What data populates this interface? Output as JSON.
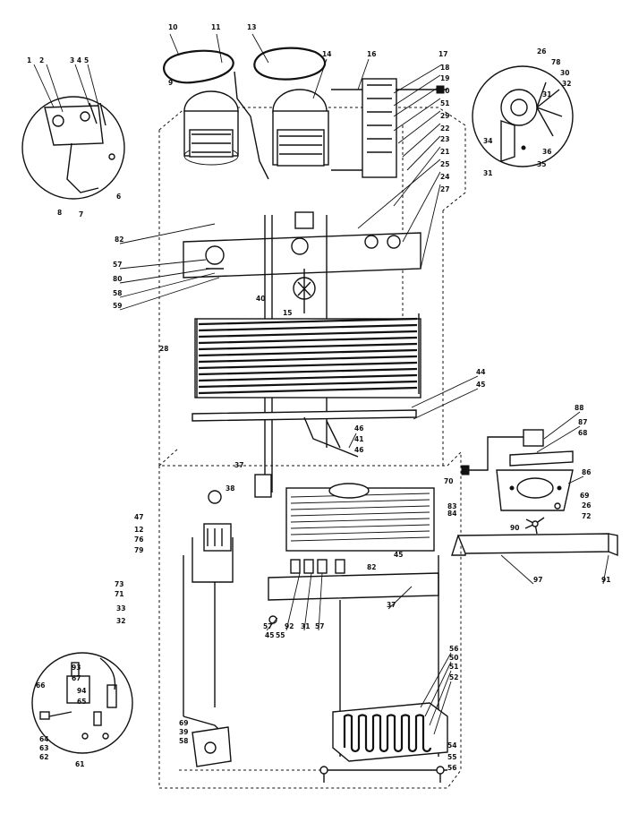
{
  "diagram": {
    "callouts": [
      {
        "text": "1"
      },
      {
        "text": "2"
      },
      {
        "text": "3 4"
      },
      {
        "text": "5"
      },
      {
        "text": "6"
      },
      {
        "text": "7"
      },
      {
        "text": "8"
      },
      {
        "text": "9"
      },
      {
        "text": "10"
      },
      {
        "text": "11"
      },
      {
        "text": "13"
      },
      {
        "text": "14"
      },
      {
        "text": "16"
      },
      {
        "text": "17"
      },
      {
        "text": "18"
      },
      {
        "text": "19"
      },
      {
        "text": "20"
      },
      {
        "text": "51"
      },
      {
        "text": "29"
      },
      {
        "text": "22"
      },
      {
        "text": "23"
      },
      {
        "text": "21"
      },
      {
        "text": "25"
      },
      {
        "text": "24"
      },
      {
        "text": "27"
      },
      {
        "text": "26"
      },
      {
        "text": "78"
      },
      {
        "text": "30"
      },
      {
        "text": "32"
      },
      {
        "text": "31"
      },
      {
        "text": "34"
      },
      {
        "text": "35"
      },
      {
        "text": "36"
      },
      {
        "text": "31"
      },
      {
        "text": "82"
      },
      {
        "text": "57"
      },
      {
        "text": "80"
      },
      {
        "text": "58"
      },
      {
        "text": "59"
      },
      {
        "text": "40"
      },
      {
        "text": "15"
      },
      {
        "text": "28"
      },
      {
        "text": "44"
      },
      {
        "text": "45"
      },
      {
        "text": "46"
      },
      {
        "text": "41"
      },
      {
        "text": "46"
      },
      {
        "text": "88"
      },
      {
        "text": "87"
      },
      {
        "text": "68"
      },
      {
        "text": "86"
      },
      {
        "text": "69"
      },
      {
        "text": "26"
      },
      {
        "text": "72"
      },
      {
        "text": "90"
      },
      {
        "text": "37"
      },
      {
        "text": "38"
      },
      {
        "text": "47"
      },
      {
        "text": "12"
      },
      {
        "text": "76"
      },
      {
        "text": "79"
      },
      {
        "text": "73"
      },
      {
        "text": "71"
      },
      {
        "text": "33"
      },
      {
        "text": "32"
      },
      {
        "text": "45"
      },
      {
        "text": "70"
      },
      {
        "text": "83"
      },
      {
        "text": "84"
      },
      {
        "text": "82"
      },
      {
        "text": "97"
      },
      {
        "text": "91"
      },
      {
        "text": "57"
      },
      {
        "text": "92"
      },
      {
        "text": "31"
      },
      {
        "text": "57"
      },
      {
        "text": "37"
      },
      {
        "text": "45"
      },
      {
        "text": "55"
      },
      {
        "text": "56"
      },
      {
        "text": "50"
      },
      {
        "text": "51"
      },
      {
        "text": "52"
      },
      {
        "text": "93"
      },
      {
        "text": "67"
      },
      {
        "text": "66"
      },
      {
        "text": "94"
      },
      {
        "text": "65"
      },
      {
        "text": "64"
      },
      {
        "text": "63"
      },
      {
        "text": "62"
      },
      {
        "text": "61"
      },
      {
        "text": "69"
      },
      {
        "text": "39"
      },
      {
        "text": "58"
      },
      {
        "text": "54"
      },
      {
        "text": "55"
      },
      {
        "text": "56"
      }
    ]
  }
}
